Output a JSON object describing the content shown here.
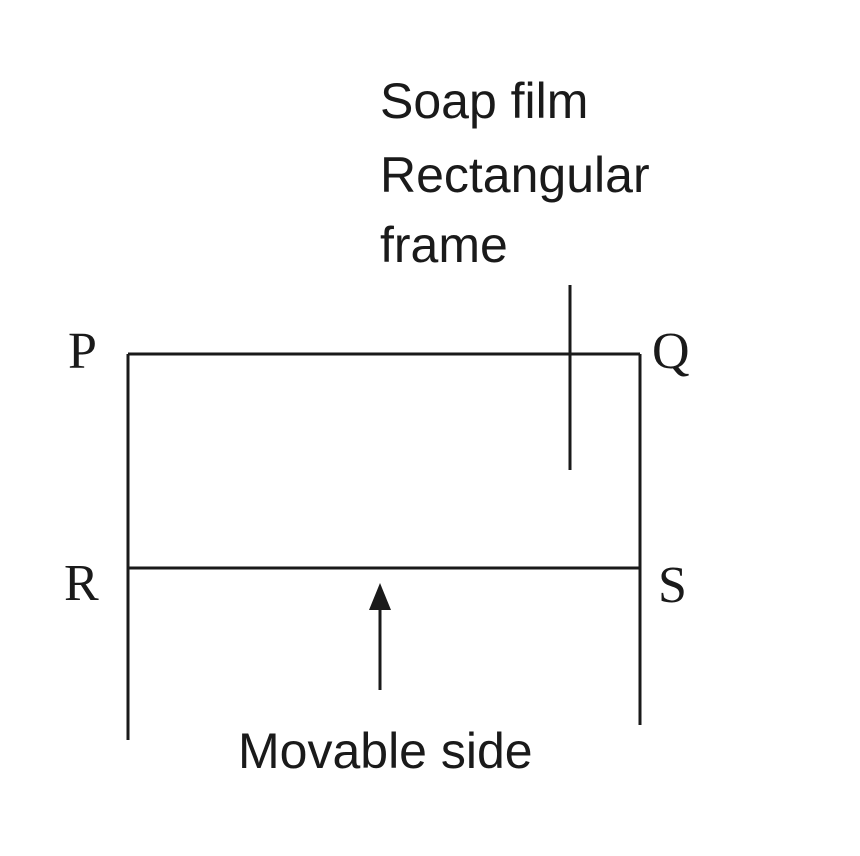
{
  "labels": {
    "soap_film": "Soap film",
    "rectangular": "Rectangular",
    "frame": "frame",
    "movable_side": "Movable side"
  },
  "points": {
    "p": "P",
    "q": "Q",
    "r": "R",
    "s": "S"
  }
}
